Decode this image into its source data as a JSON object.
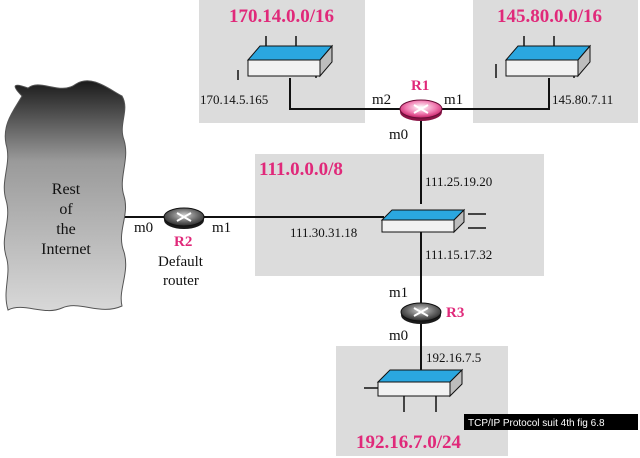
{
  "colors": {
    "network_bg": "#dcdcdc",
    "accent_pink": "#e0297a",
    "hub_blue": "#2aa7e0",
    "line": "#111111",
    "router_dark": "#444444"
  },
  "networks": {
    "n1": {
      "label": "170.14.0.0/16"
    },
    "n2": {
      "label": "145.80.0.0/16"
    },
    "n3": {
      "label": "111.0.0.0/8"
    },
    "n4": {
      "label": "192.16.7.0/24"
    }
  },
  "routers": {
    "r1": {
      "label": "R1",
      "ports": {
        "m0": "m0",
        "m1": "m1",
        "m2": "m2"
      }
    },
    "r2": {
      "label": "R2",
      "ports": {
        "m0": "m0",
        "m1": "m1"
      },
      "desc_line1": "Default",
      "desc_line2": "router"
    },
    "r3": {
      "label": "R3",
      "ports": {
        "m0": "m0",
        "m1": "m1"
      }
    }
  },
  "addresses": {
    "a1": "170.14.5.165",
    "a2": "145.80.7.11",
    "a3": "111.25.19.20",
    "a4": "111.30.31.18",
    "a5": "111.15.17.32",
    "a6": "192.16.7.5"
  },
  "cloud": {
    "line1": "Rest",
    "line2": "of",
    "line3": "the",
    "line4": "Internet"
  },
  "caption": "TCP/IP Protocol suit 4th fig 6.8"
}
